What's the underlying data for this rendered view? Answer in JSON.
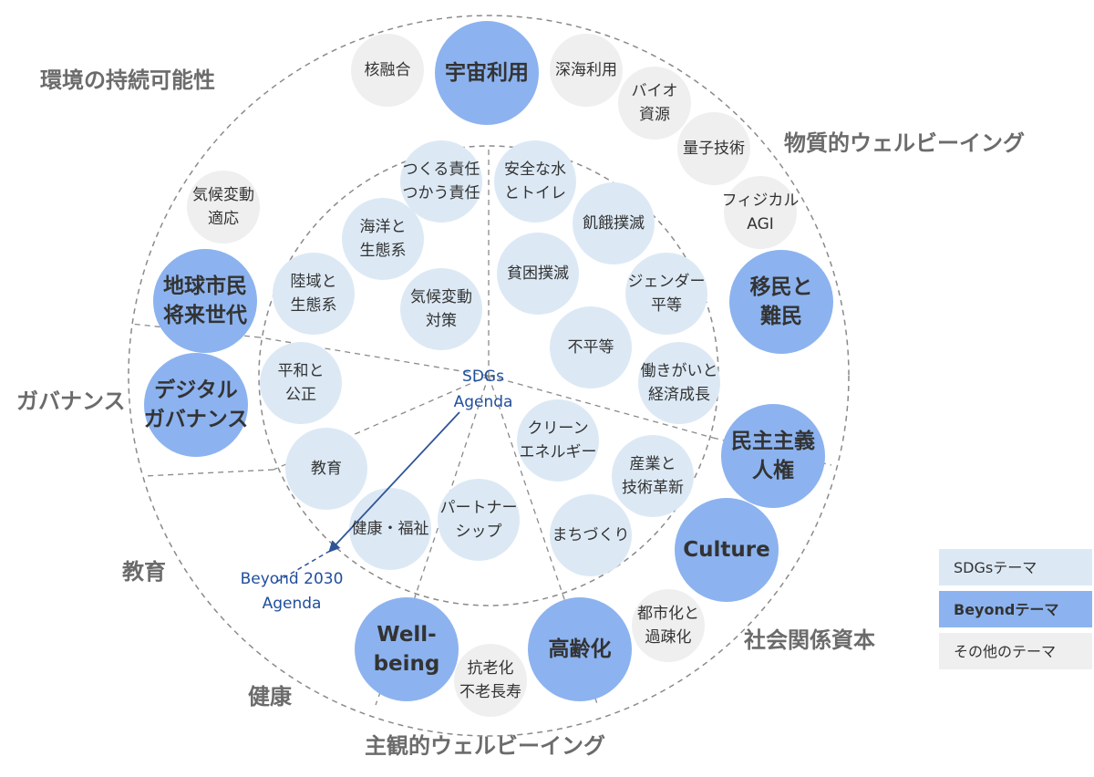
{
  "colors": {
    "sdg": "#dce9f5",
    "beyond": "#8cb3ef",
    "other": "#efefef",
    "dashed": "#8a8a8a",
    "arrow": "#2f5597",
    "agenda_text": "#1f4e9c",
    "sector_text": "#6b6b6b"
  },
  "center": {
    "line1": "SDGs",
    "line2": "Agenda"
  },
  "beyond2030": {
    "line1": "Beyond 2030",
    "line2": "Agenda"
  },
  "sectors": {
    "environment": "環境の持続可能性",
    "material": "物質的ウェルビーイング",
    "governance": "ガバナンス",
    "education": "教育",
    "social": "社会関係資本",
    "health": "健康",
    "subjective": "主観的ウェルビーイング"
  },
  "sdg_nodes": [
    {
      "id": "responsible",
      "lines": [
        "つくる責任",
        "つかう責任"
      ]
    },
    {
      "id": "water",
      "lines": [
        "安全な水",
        "とトイレ"
      ]
    },
    {
      "id": "ocean",
      "lines": [
        "海洋と",
        "生態系"
      ]
    },
    {
      "id": "hunger",
      "lines": [
        "飢餓撲滅"
      ]
    },
    {
      "id": "poverty",
      "lines": [
        "貧困撲滅"
      ]
    },
    {
      "id": "land",
      "lines": [
        "陸域と",
        "生態系"
      ]
    },
    {
      "id": "climate-action",
      "lines": [
        "気候変動",
        "対策"
      ]
    },
    {
      "id": "gender",
      "lines": [
        "ジェンダー",
        "平等"
      ]
    },
    {
      "id": "inequality",
      "lines": [
        "不平等"
      ]
    },
    {
      "id": "peace",
      "lines": [
        "平和と",
        "公正"
      ]
    },
    {
      "id": "work",
      "lines": [
        "働きがいと",
        "経済成長"
      ]
    },
    {
      "id": "clean-energy",
      "lines": [
        "クリーン",
        "エネルギー"
      ]
    },
    {
      "id": "industry",
      "lines": [
        "産業と",
        "技術革新"
      ]
    },
    {
      "id": "education-sdg",
      "lines": [
        "教育"
      ]
    },
    {
      "id": "partnership",
      "lines": [
        "パートナー",
        "シップ"
      ]
    },
    {
      "id": "health-welfare",
      "lines": [
        "健康・福祉"
      ]
    },
    {
      "id": "city",
      "lines": [
        "まちづくり"
      ]
    }
  ],
  "other_nodes": [
    {
      "id": "fusion",
      "lines": [
        "核融合"
      ]
    },
    {
      "id": "deepsea",
      "lines": [
        "深海利用"
      ]
    },
    {
      "id": "bio",
      "lines": [
        "バイオ",
        "資源"
      ]
    },
    {
      "id": "quantum",
      "lines": [
        "量子技術"
      ]
    },
    {
      "id": "physical-agi",
      "lines": [
        "フィジカル",
        "AGI"
      ]
    },
    {
      "id": "climate-adapt",
      "lines": [
        "気候変動",
        "適応"
      ]
    },
    {
      "id": "urban",
      "lines": [
        "都市化と",
        "過疎化"
      ]
    },
    {
      "id": "antiaging",
      "lines": [
        "抗老化",
        "不老長寿"
      ]
    }
  ],
  "beyond_nodes": [
    {
      "id": "space",
      "lines": [
        "宇宙利用"
      ]
    },
    {
      "id": "migration",
      "lines": [
        "移民と",
        "難民"
      ]
    },
    {
      "id": "citizen",
      "lines": [
        "地球市民",
        "将来世代"
      ]
    },
    {
      "id": "digital-gov",
      "lines": [
        "デジタル",
        "ガバナンス"
      ]
    },
    {
      "id": "democracy",
      "lines": [
        "民主主義",
        "人権"
      ]
    },
    {
      "id": "culture",
      "lines": [
        "Culture"
      ]
    },
    {
      "id": "aging",
      "lines": [
        "高齢化"
      ]
    },
    {
      "id": "wellbeing",
      "lines": [
        "Well-",
        "being"
      ]
    }
  ],
  "legend": {
    "sdg": "SDGsテーマ",
    "beyond": "Beyondテーマ",
    "other": "その他のテーマ"
  }
}
